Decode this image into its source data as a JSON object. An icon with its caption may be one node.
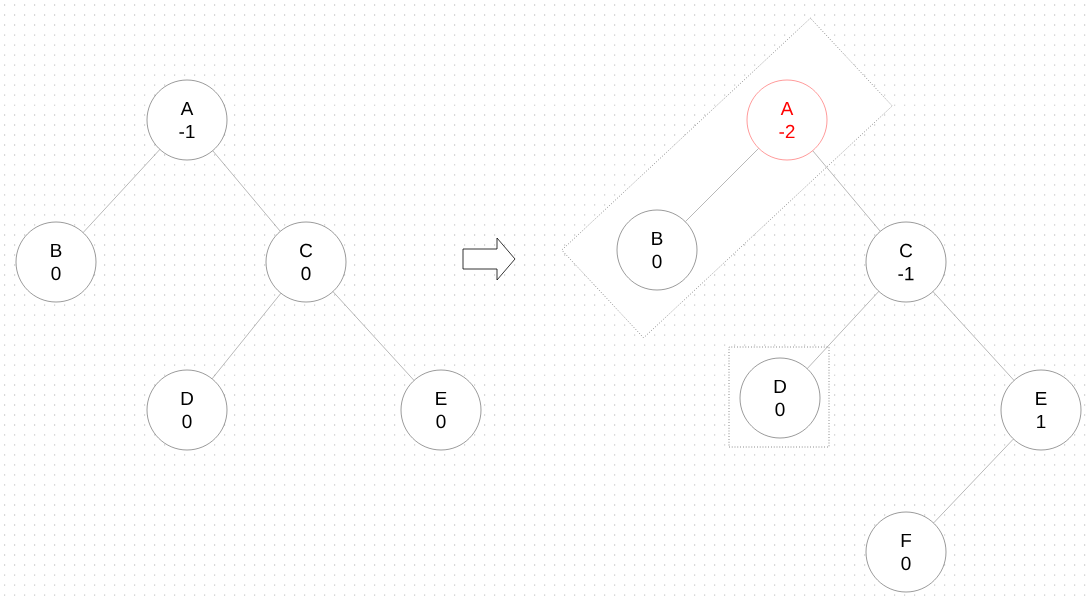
{
  "diagram": {
    "nodes": [
      {
        "text": [
          "A",
          "-1"
        ]
      },
      {
        "text": [
          "B",
          "0"
        ]
      },
      {
        "text": [
          "C",
          "0"
        ]
      },
      {
        "text": [
          "D",
          "0"
        ]
      },
      {
        "text": [
          "E",
          "0"
        ]
      },
      {
        "text": [],
        "shape": "box"
      },
      {
        "text": [
          "A",
          "-2"
        ],
        "in": 5
      },
      {
        "text": [
          "B",
          "0"
        ],
        "in": 5
      },
      {
        "text": [
          "C",
          "-1"
        ]
      },
      {
        "text": [],
        "shape": "box"
      },
      {
        "text": [
          "D",
          "0"
        ],
        "in": 9
      },
      {
        "text": [
          "E",
          "1"
        ]
      },
      {
        "text": [
          "F",
          "0"
        ]
      }
    ],
    "edges": [
      {
        "from": 0,
        "to": 1,
        "arrow": "none"
      },
      {
        "from": 0,
        "to": 2,
        "arrow": "none"
      },
      {
        "from": 2,
        "to": 3,
        "arrow": "none"
      },
      {
        "from": 2,
        "to": 4,
        "arrow": "none"
      },
      {
        "from": 6,
        "to": 7,
        "arrow": "none"
      },
      {
        "from": 6,
        "to": 8,
        "arrow": "none"
      },
      {
        "from": 8,
        "to": 10,
        "arrow": "none"
      },
      {
        "from": 8,
        "to": 11,
        "arrow": "none"
      },
      {
        "from": 11,
        "to": 12,
        "arrow": "none"
      }
    ]
  }
}
